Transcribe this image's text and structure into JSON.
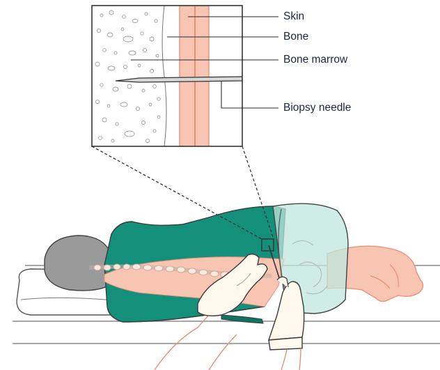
{
  "labels": {
    "skin": "Skin",
    "bone": "Bone",
    "bone_marrow": "Bone marrow",
    "biopsy_needle": "Biopsy needle"
  },
  "colors": {
    "gown": "#14907a",
    "gown_dark": "#0f7262",
    "skin_tone": "#f8c5b2",
    "skin_line": "#e9907a",
    "hair": "#9a9a9a",
    "glove": "#fff8ec",
    "outline": "#3a3a3a",
    "drape": "#bfe6df",
    "leader": "#2a2a2a"
  },
  "icons": [
    "biopsy-needle-icon",
    "gloved-hand-icon"
  ]
}
